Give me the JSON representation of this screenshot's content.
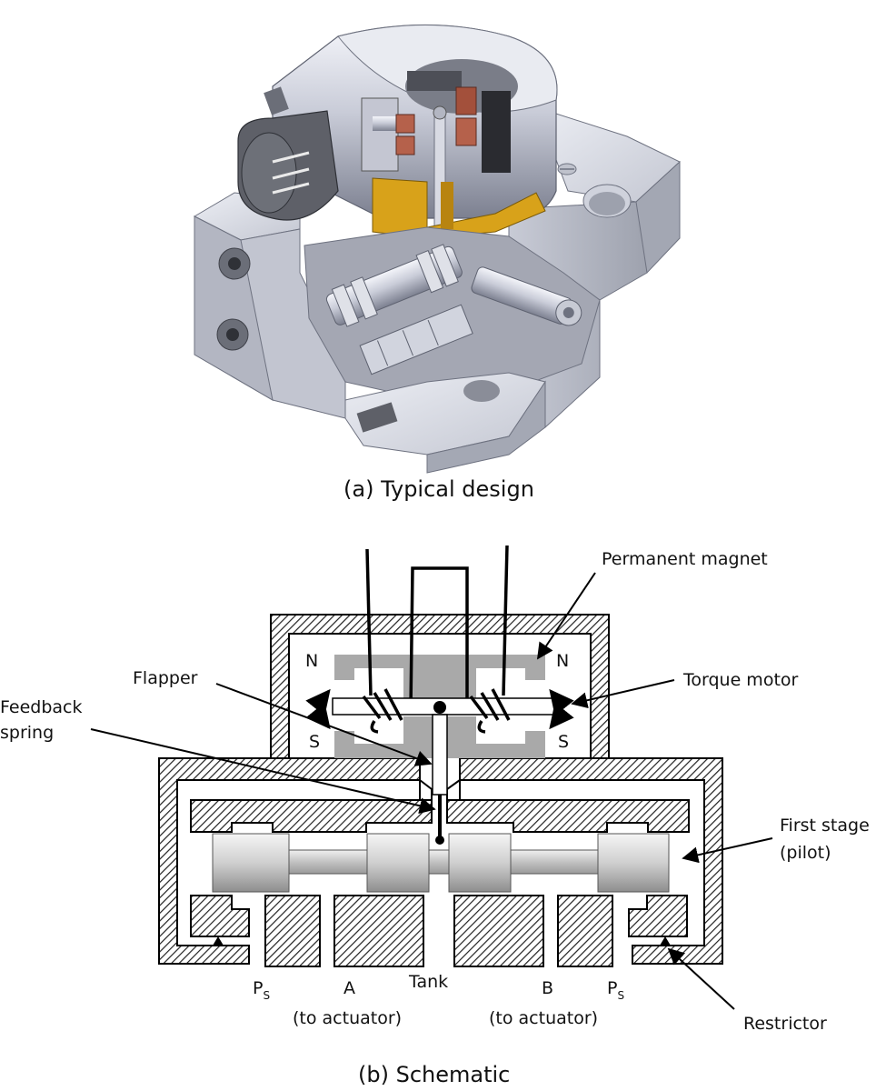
{
  "figure_a": {
    "caption": "(a)  Typical design"
  },
  "figure_b": {
    "caption": "(b)  Schematic",
    "labels": {
      "permanent_magnet": "Permanent magnet",
      "torque_motor": "Torque motor",
      "flapper": "Flapper",
      "feedback_spring_line1": "Feedback",
      "feedback_spring_line2": "spring",
      "first_stage_line1": "First stage",
      "first_stage_line2": "(pilot)",
      "restrictor": "Restrictor",
      "tank": "Tank",
      "port_a": "A",
      "port_b": "B",
      "to_actuator_a": "(to actuator)",
      "to_actuator_b": "(to actuator)",
      "ps_main_left": "P",
      "ps_sub_left": "S",
      "ps_main_right": "P",
      "ps_sub_right": "S",
      "pole_n_left": "N",
      "pole_n_right": "N",
      "pole_s_left": "S",
      "pole_s_right": "S"
    }
  },
  "colors": {
    "housing_light": "#d9dbe3",
    "housing_mid": "#b9bcc8",
    "housing_dark": "#8d909c",
    "copper": "#b5614b",
    "brass": "#d8a21a",
    "magnet_gray": "#a9a9a9",
    "hatch": "#222222"
  }
}
